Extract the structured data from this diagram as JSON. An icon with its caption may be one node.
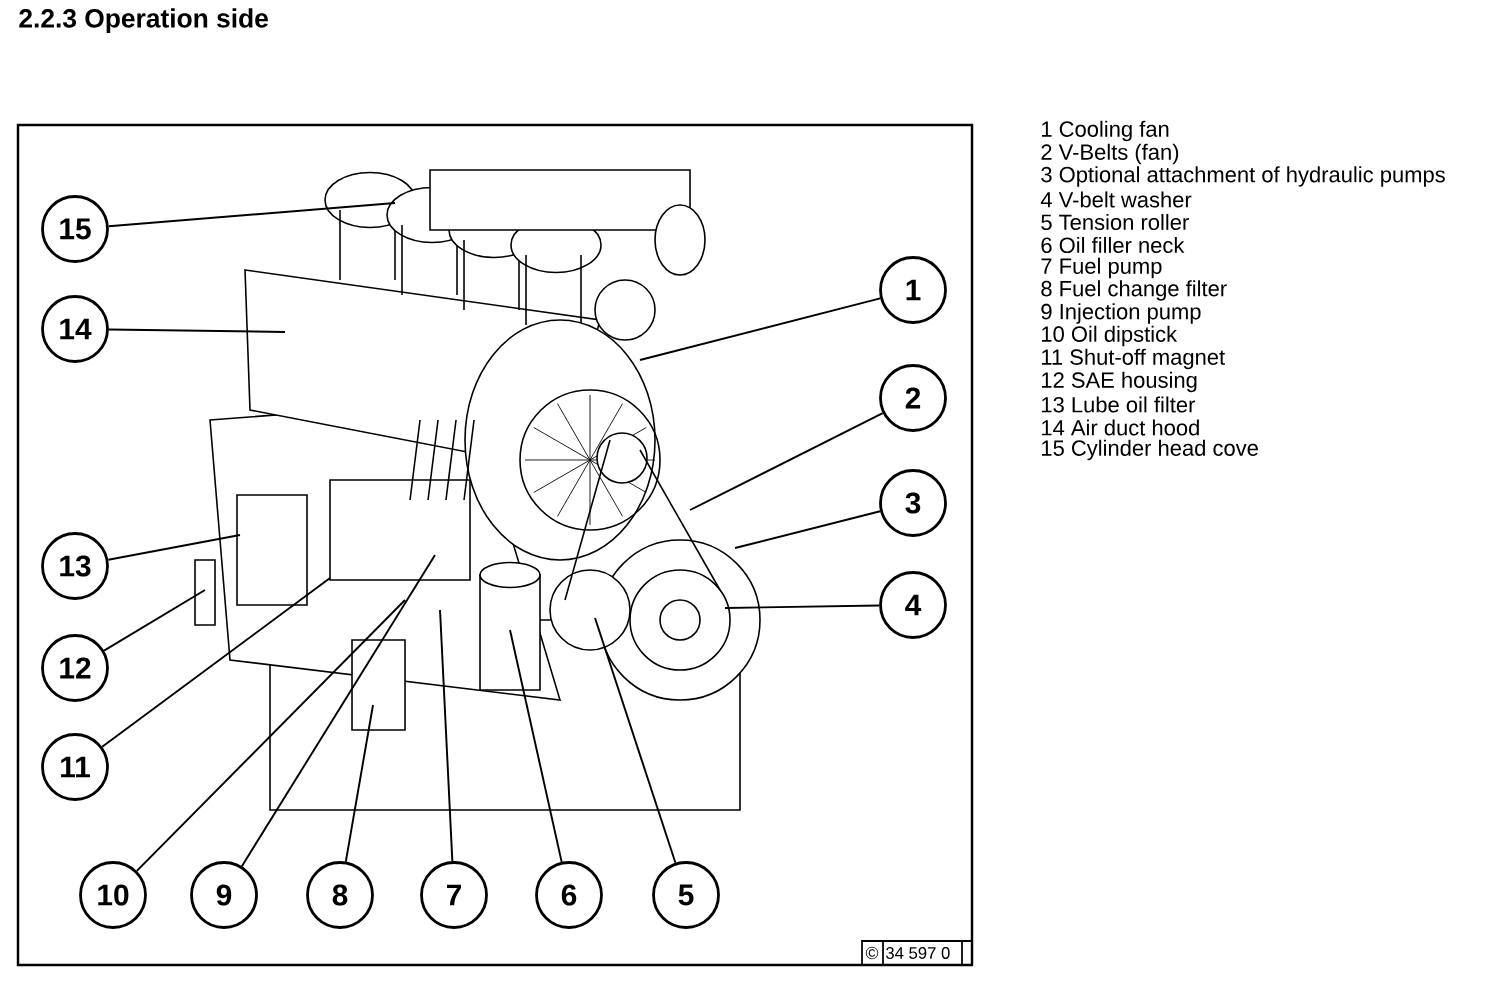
{
  "diagram": {
    "title": "2.2.3 Operation side",
    "nodes": [
      {
        "text": [
          "1"
        ]
      },
      {
        "text": [
          "2"
        ]
      },
      {
        "text": [
          "3"
        ]
      },
      {
        "text": [
          "4"
        ]
      },
      {
        "text": [
          "5"
        ]
      },
      {
        "text": [
          "6"
        ]
      },
      {
        "text": [
          "7"
        ]
      },
      {
        "text": [
          "8"
        ]
      },
      {
        "text": [
          "9"
        ]
      },
      {
        "text": [
          "10"
        ]
      },
      {
        "text": [
          "11"
        ]
      },
      {
        "text": [
          "12"
        ]
      },
      {
        "text": [
          "13"
        ]
      },
      {
        "text": [
          "14"
        ]
      },
      {
        "text": [
          "15"
        ]
      }
    ],
    "edges": [
      {
        "from": 0,
        "to": null,
        "arrow": "none"
      },
      {
        "from": 1,
        "to": null,
        "arrow": "none"
      },
      {
        "from": 2,
        "to": null,
        "arrow": "none"
      },
      {
        "from": 3,
        "to": null,
        "arrow": "none"
      },
      {
        "from": 4,
        "to": null,
        "arrow": "none"
      },
      {
        "from": 5,
        "to": null,
        "arrow": "none"
      },
      {
        "from": 6,
        "to": null,
        "arrow": "none"
      },
      {
        "from": 7,
        "to": null,
        "arrow": "none"
      },
      {
        "from": 8,
        "to": null,
        "arrow": "none"
      },
      {
        "from": 9,
        "to": null,
        "arrow": "none"
      },
      {
        "from": 10,
        "to": null,
        "arrow": "none"
      },
      {
        "from": 11,
        "to": null,
        "arrow": "none"
      },
      {
        "from": 12,
        "to": null,
        "arrow": "none"
      },
      {
        "from": 13,
        "to": null,
        "arrow": "none"
      },
      {
        "from": 14,
        "to": null,
        "arrow": "none"
      }
    ],
    "labels": [
      "1 Cooling fan",
      "2 V-Belts (fan)",
      "3 Optional attachment of hydraulic pumps",
      "4 V-belt washer",
      "5 Tension roller",
      "6 Oil filler neck",
      "7 Fuel pump",
      "8 Fuel change filter",
      "9 Injection pump",
      "10 Oil dipstick",
      "11 Shut-off magnet",
      "12 SAE housing",
      "13 Lube oil filter",
      "14 Air duct hood",
      "15 Cylinder head cove",
      "©",
      "34 597 0"
    ]
  }
}
